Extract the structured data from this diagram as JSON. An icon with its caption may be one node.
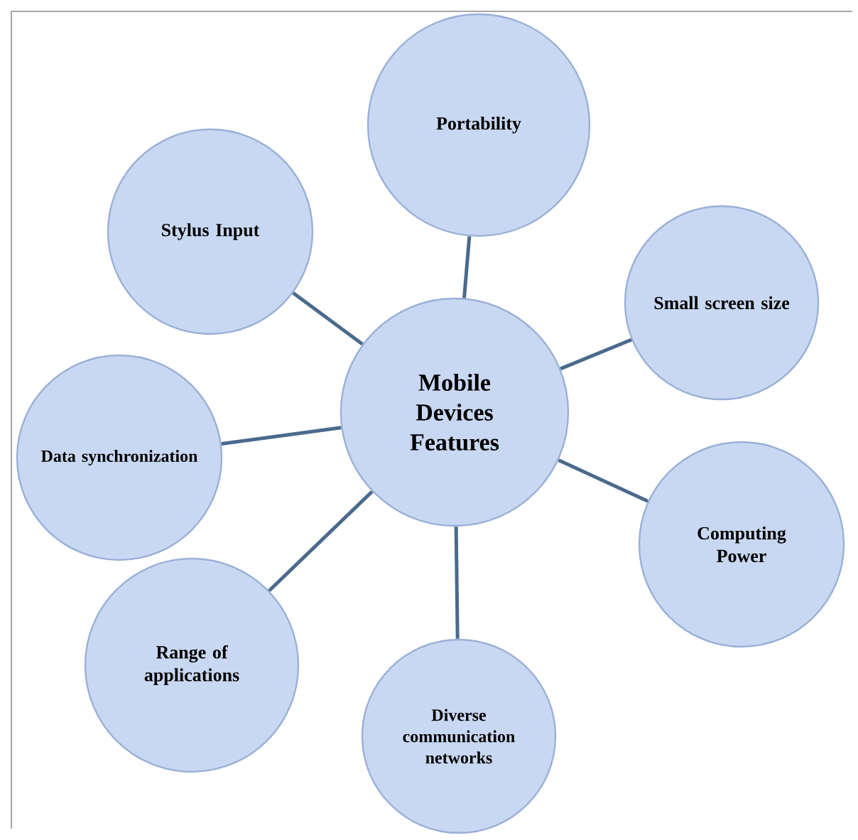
{
  "diagram": {
    "nodes": [
      {
        "text": [
          "Mobile Devices Features"
        ]
      },
      {
        "text": [
          "Portability"
        ]
      },
      {
        "text": [
          "Small screen size"
        ]
      },
      {
        "text": [
          "Computing Power"
        ]
      },
      {
        "text": [
          "Diverse communication networks"
        ]
      },
      {
        "text": [
          "Range of applications"
        ]
      },
      {
        "text": [
          "Data synchronization"
        ]
      },
      {
        "text": [
          "Stylus Input"
        ]
      }
    ],
    "edges": [
      {
        "from": 0,
        "to": 1,
        "arrow": "none"
      },
      {
        "from": 0,
        "to": 2,
        "arrow": "none"
      },
      {
        "from": 0,
        "to": 3,
        "arrow": "none"
      },
      {
        "from": 0,
        "to": 4,
        "arrow": "none"
      },
      {
        "from": 0,
        "to": 5,
        "arrow": "none"
      },
      {
        "from": 0,
        "to": 6,
        "arrow": "none"
      },
      {
        "from": 0,
        "to": 7,
        "arrow": "none"
      }
    ]
  }
}
